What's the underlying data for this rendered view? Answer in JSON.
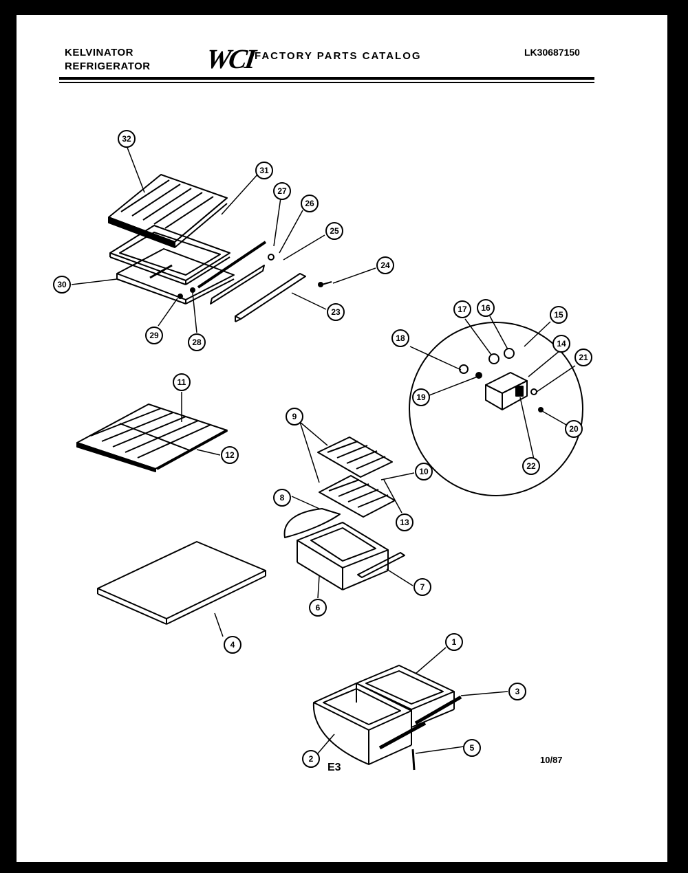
{
  "header": {
    "brand_line1": "KELVINATOR",
    "brand_line2": "REFRIGERATOR",
    "logo": "WCI",
    "catalog_title": "FACTORY PARTS CATALOG",
    "model_code": "LK30687150"
  },
  "footer": {
    "page": "E3",
    "date": "10/87"
  },
  "callouts": [
    "32",
    "31",
    "27",
    "26",
    "25",
    "30",
    "24",
    "23",
    "29",
    "28",
    "17",
    "16",
    "15",
    "18",
    "14",
    "21",
    "19",
    "20",
    "22",
    "11",
    "12",
    "9",
    "10",
    "8",
    "13",
    "7",
    "6",
    "4",
    "1",
    "3",
    "2",
    "5"
  ]
}
